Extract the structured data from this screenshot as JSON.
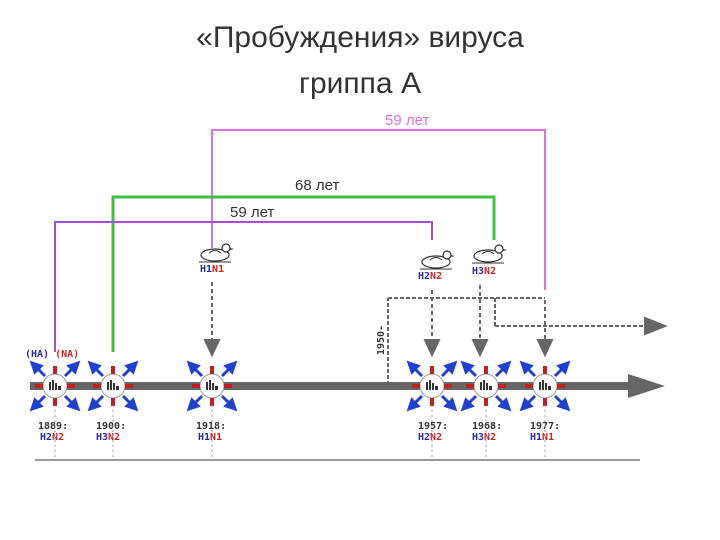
{
  "title": {
    "line1": "«Пробуждения» вируса",
    "line2": "гриппа А"
  },
  "spans": [
    {
      "label": "59 лет",
      "color": "#e070e0"
    },
    {
      "label": "68 лет",
      "color": "#40c040"
    },
    {
      "label": "59 лет",
      "color": "#a050d0"
    }
  ],
  "bird_labels": [
    {
      "h": "H1",
      "n": "N1"
    },
    {
      "h": "H2",
      "n": "N2"
    },
    {
      "h": "H3",
      "n": "N2"
    }
  ],
  "origin_label": {
    "h": "(HA)",
    "n": "(NA)"
  },
  "year_1950": "1950-",
  "timeline": [
    {
      "year": "1889:",
      "h": "H2",
      "n": "N2"
    },
    {
      "year": "1900:",
      "h": "H3",
      "n": "N2"
    },
    {
      "year": "1918:",
      "h": "H1",
      "n": "N1"
    },
    {
      "year": "1957:",
      "h": "H2",
      "n": "N2"
    },
    {
      "year": "1968:",
      "h": "H3",
      "n": "N2"
    },
    {
      "year": "1977:",
      "h": "H1",
      "n": "N1"
    }
  ],
  "colors": {
    "h_label": "#2a2aa0",
    "n_label": "#d02020",
    "virus_spike": "#2040d0",
    "virus_stub": "#c02020",
    "arrow": "#666666"
  }
}
